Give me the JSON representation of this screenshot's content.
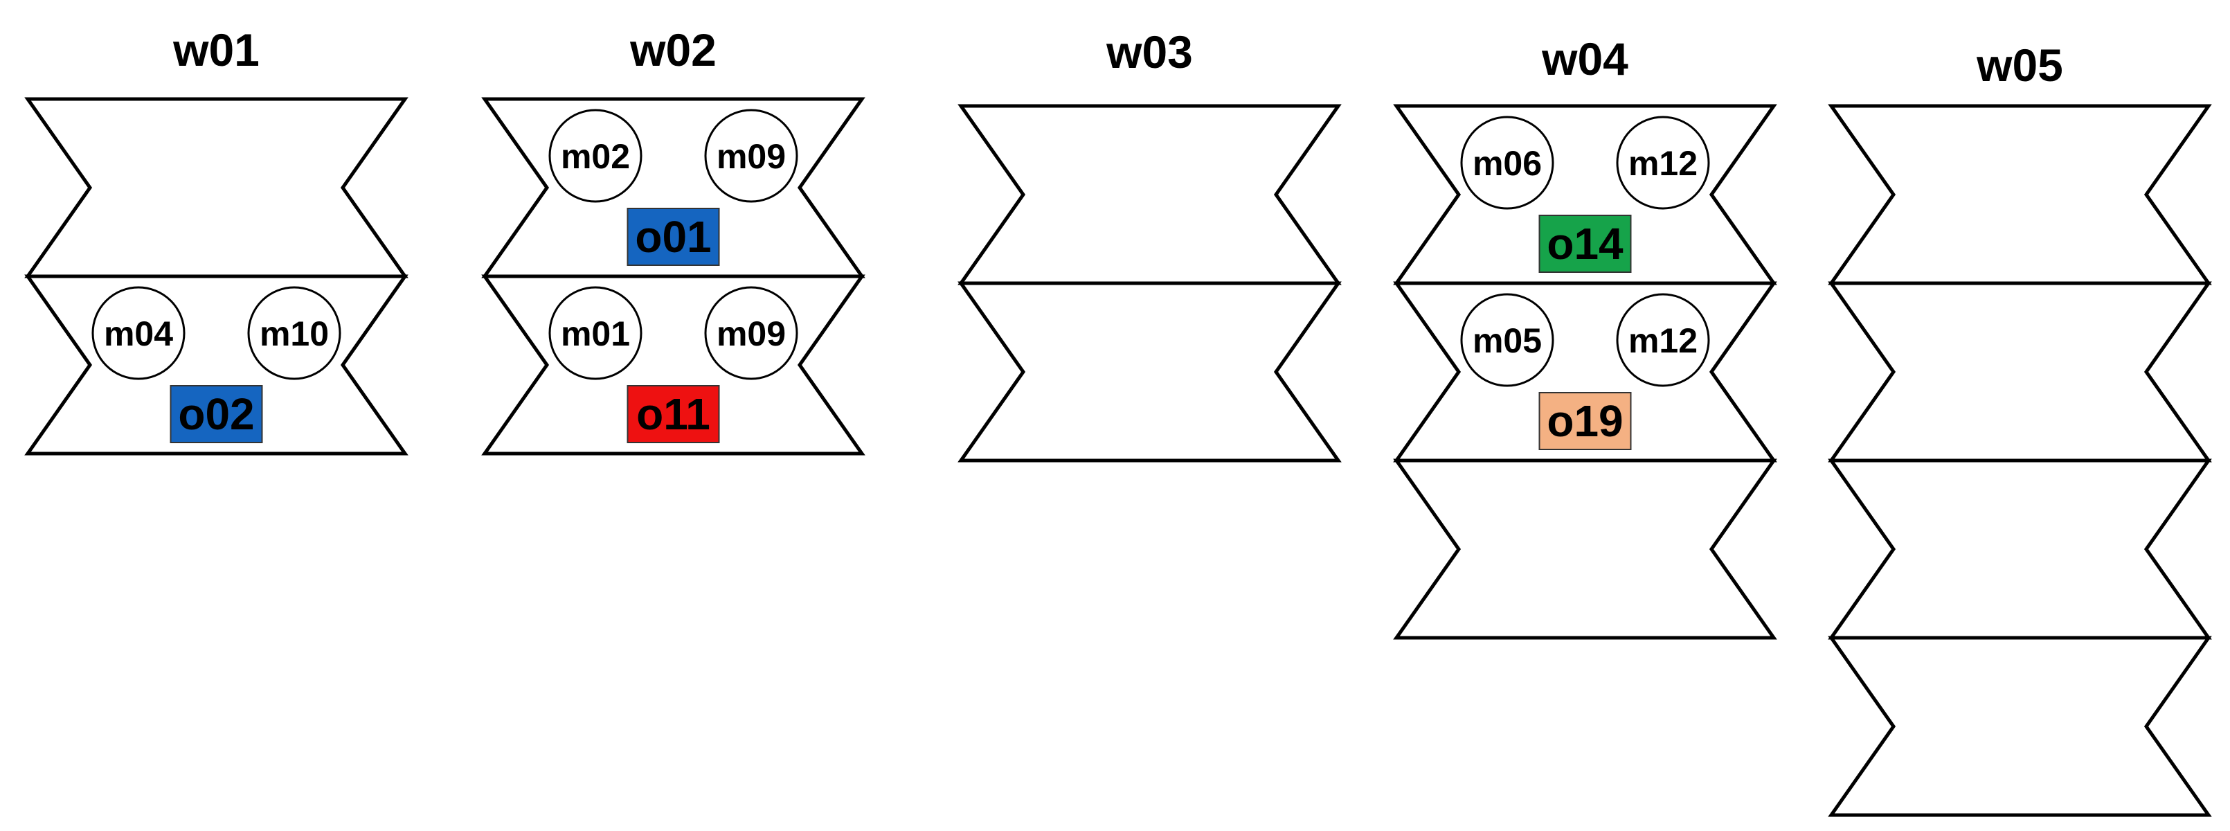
{
  "workstations": [
    {
      "name": "w01",
      "slots": [
        {
          "machines": [],
          "operation": null
        },
        {
          "machines": [
            "m04",
            "m10"
          ],
          "operation": {
            "name": "o02",
            "color": "#1565c0"
          }
        }
      ]
    },
    {
      "name": "w02",
      "slots": [
        {
          "machines": [
            "m02",
            "m09"
          ],
          "operation": {
            "name": "o01",
            "color": "#1565c0"
          }
        },
        {
          "machines": [
            "m01",
            "m09"
          ],
          "operation": {
            "name": "o11",
            "color": "#ee1111"
          }
        }
      ]
    },
    {
      "name": "w03",
      "slots": [
        {
          "machines": [],
          "operation": null
        },
        {
          "machines": [],
          "operation": null
        }
      ]
    },
    {
      "name": "w04",
      "slots": [
        {
          "machines": [
            "m06",
            "m12"
          ],
          "operation": {
            "name": "o14",
            "color": "#16a34a"
          }
        },
        {
          "machines": [
            "m05",
            "m12"
          ],
          "operation": {
            "name": "o19",
            "color": "#f4b183"
          }
        },
        {
          "machines": [],
          "operation": null
        }
      ]
    },
    {
      "name": "w05",
      "slots": [
        {
          "machines": [],
          "operation": null
        },
        {
          "machines": [],
          "operation": null
        },
        {
          "machines": [],
          "operation": null
        },
        {
          "machines": [],
          "operation": null
        }
      ]
    }
  ]
}
